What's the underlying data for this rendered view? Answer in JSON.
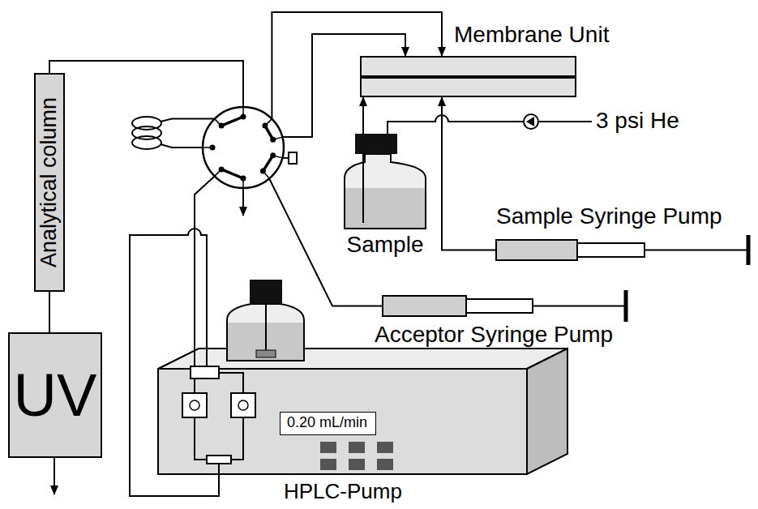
{
  "diagram": {
    "nodes": [
      {
        "text": [
          "Analytical column"
        ]
      },
      {
        "text": [
          "UV"
        ]
      },
      {
        "text": [
          "Membrane Unit"
        ]
      },
      {
        "text": [
          "Sample"
        ]
      },
      {
        "text": [
          "Sample Syringe Pump"
        ]
      },
      {
        "text": [
          "Acceptor Syringe Pump"
        ]
      },
      {
        "text": [
          "HPLC-Pump"
        ]
      },
      {
        "text": [
          "0.20 mL/min"
        ],
        "in": 6
      }
    ],
    "edges": [
      {
        "from": 0,
        "to": 1,
        "arrow": "none"
      },
      {
        "from": 3,
        "to": 2,
        "arrow": "to"
      },
      {
        "from": 4,
        "to": 2,
        "arrow": "to"
      }
    ],
    "labels": [
      "3 psi He"
    ]
  }
}
